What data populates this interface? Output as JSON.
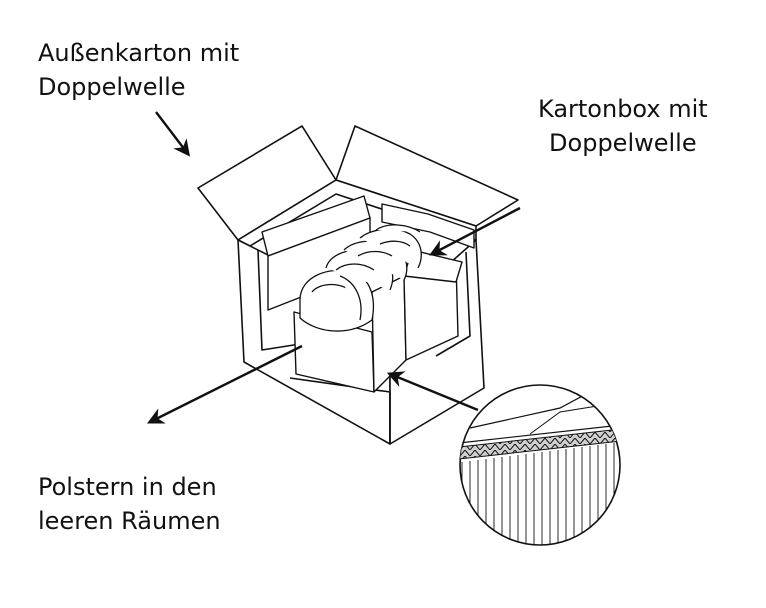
{
  "labels": {
    "outer_box": {
      "line1": "Außenkarton mit",
      "line2": "Doppelwelle"
    },
    "inner_box": {
      "line1": "Kartonbox mit",
      "line2": "Doppelwelle"
    },
    "padding": {
      "line1": "Polstern in den",
      "line2": "leeren Räumen"
    }
  },
  "colors": {
    "ink": "#111111",
    "background": "#ffffff",
    "corrugated_fill": "#d0d0d0"
  },
  "icons": [
    "arrow-icon",
    "magnifier-circle-icon",
    "corrugated-cardboard-icon",
    "product-item-icon"
  ]
}
